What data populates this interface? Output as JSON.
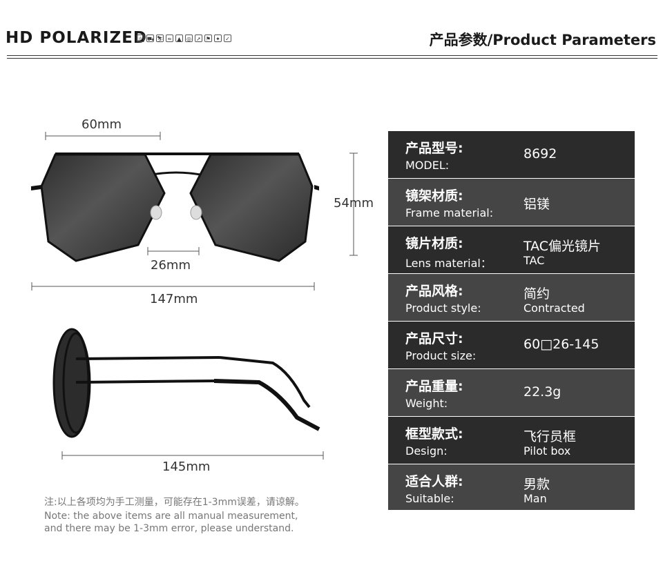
{
  "header": {
    "title": "HD POLARIZED",
    "right_title": "产品参数/Product Parameters",
    "activity_icons": [
      "sun-icon",
      "car-icon",
      "ski-icon",
      "fish-icon",
      "hike-icon",
      "bike-icon",
      "run-icon",
      "golf-icon",
      "shoot-icon",
      "ride-icon"
    ]
  },
  "dimensions": {
    "lens_width": "60mm",
    "lens_height": "54mm",
    "bridge": "26mm",
    "frame_width": "147mm",
    "temple_length": "145mm"
  },
  "specs": [
    {
      "label_cn": "产品型号:",
      "label_en": "MODEL:",
      "value_cn": "8692",
      "value_en": ""
    },
    {
      "label_cn": "镜架材质:",
      "label_en": "Frame material:",
      "value_cn": "铝镁",
      "value_en": ""
    },
    {
      "label_cn": "镜片材质:",
      "label_en": "Lens material：",
      "value_cn": "TAC偏光镜片",
      "value_en": "TAC"
    },
    {
      "label_cn": "产品风格:",
      "label_en": "Product style:",
      "value_cn": "简约",
      "value_en": "Contracted"
    },
    {
      "label_cn": "产品尺寸:",
      "label_en": "Product size:",
      "value_cn": "60□26-145",
      "value_en": ""
    },
    {
      "label_cn": "产品重量:",
      "label_en": "Weight:",
      "value_cn": "22.3g",
      "value_en": ""
    },
    {
      "label_cn": "框型款式:",
      "label_en": "Design:",
      "value_cn": "飞行员框",
      "value_en": "Pilot box"
    },
    {
      "label_cn": "适合人群:",
      "label_en": "Suitable:",
      "value_cn": "男款",
      "value_en": "Man"
    }
  ],
  "note": {
    "cn": "注:以上各项均为手工测量，可能存在1-3mm误差，请谅解。",
    "en_line1": "Note: the above items are all manual measurement,",
    "en_line2": "and there may be 1-3mm error, please understand."
  },
  "colors": {
    "row_dark": "#2b2b2b",
    "row_light": "#454545",
    "lens": "#3a3a3a",
    "frame": "#111111"
  }
}
